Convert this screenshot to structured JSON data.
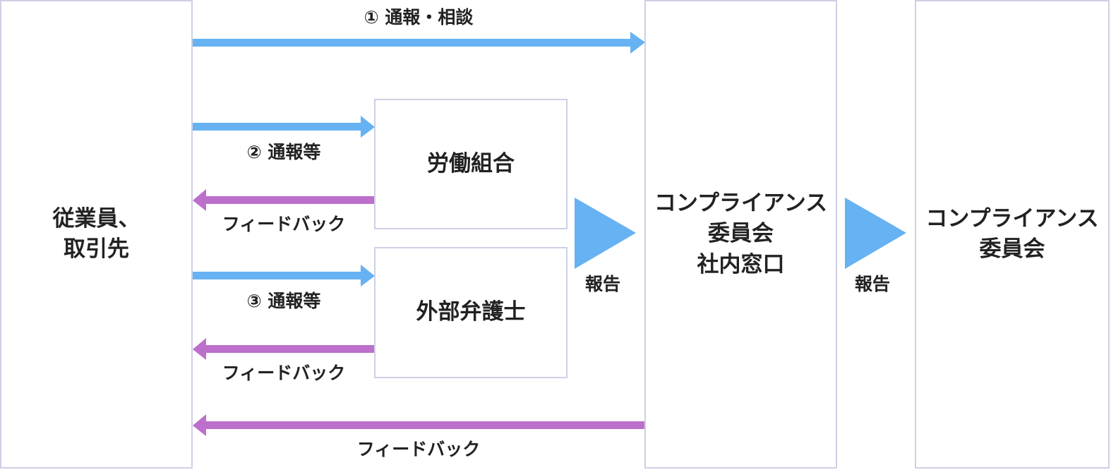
{
  "colors": {
    "box_border": "#cfcfe6",
    "report_arrow": "#66b2f2",
    "feedback_arrow": "#bc6fcb",
    "text": "#222222"
  },
  "nodes": {
    "employees": {
      "line1": "従業員、",
      "line2": "取引先"
    },
    "labor_union": {
      "label": "労働組合"
    },
    "external_lawyer": {
      "label": "外部弁護士"
    },
    "compliance_office": {
      "line1": "コンプライアンス",
      "line2": "委員会",
      "line3": "社内窓口"
    },
    "compliance_committee": {
      "line1": "コンプライアンス",
      "line2": "委員会"
    }
  },
  "edges": {
    "consult": {
      "label": "① 通報・相談"
    },
    "union_report": {
      "label": "② 通報等"
    },
    "union_feedback": {
      "label": "フィードバック"
    },
    "lawyer_report": {
      "label": "③ 通報等"
    },
    "lawyer_feedback": {
      "label": "フィードバック"
    },
    "office_feedback": {
      "label": "フィードバック"
    },
    "report_to_office": {
      "label": "報告"
    },
    "report_to_committee": {
      "label": "報告"
    }
  }
}
